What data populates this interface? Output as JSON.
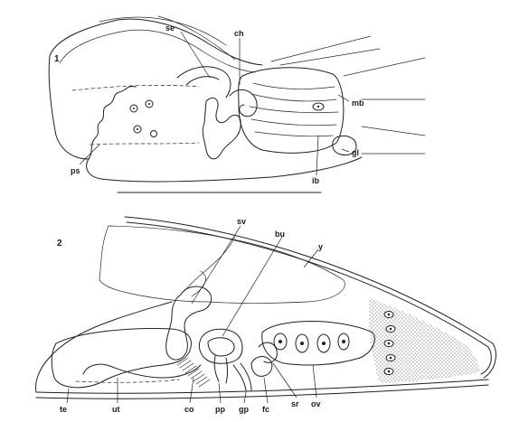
{
  "figure1": {
    "number": "1",
    "labels": {
      "se": "se",
      "ch": "ch",
      "mb": "mb",
      "gl": "gl",
      "ib": "ib",
      "ps": "ps"
    }
  },
  "figure2": {
    "number": "2",
    "labels": {
      "sv": "sv",
      "bu": "bu",
      "y": "y",
      "te": "te",
      "ut": "ut",
      "co": "co",
      "pp": "pp",
      "gp": "gp",
      "fc": "fc",
      "sr": "sr",
      "ov": "ov"
    }
  },
  "colors": {
    "ink": "#1f1f1f",
    "paper": "#ffffff"
  }
}
